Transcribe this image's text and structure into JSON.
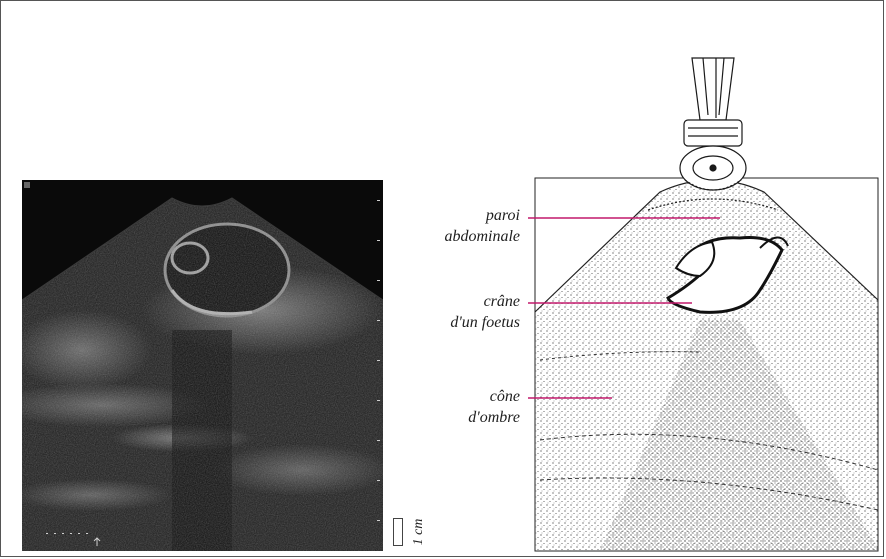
{
  "labels": {
    "wall_line1": "paroi",
    "wall_line2": "abdominale",
    "skull_line1": "crâne",
    "skull_line2": "d'un foetus",
    "shadow_line1": "cône",
    "shadow_line2": "d'ombre"
  },
  "scale": {
    "text": "1 cm"
  },
  "colors": {
    "pointer": "#c2186b",
    "ink": "#1a1a1a",
    "ultrasound_bg": "#0a0a0a"
  }
}
